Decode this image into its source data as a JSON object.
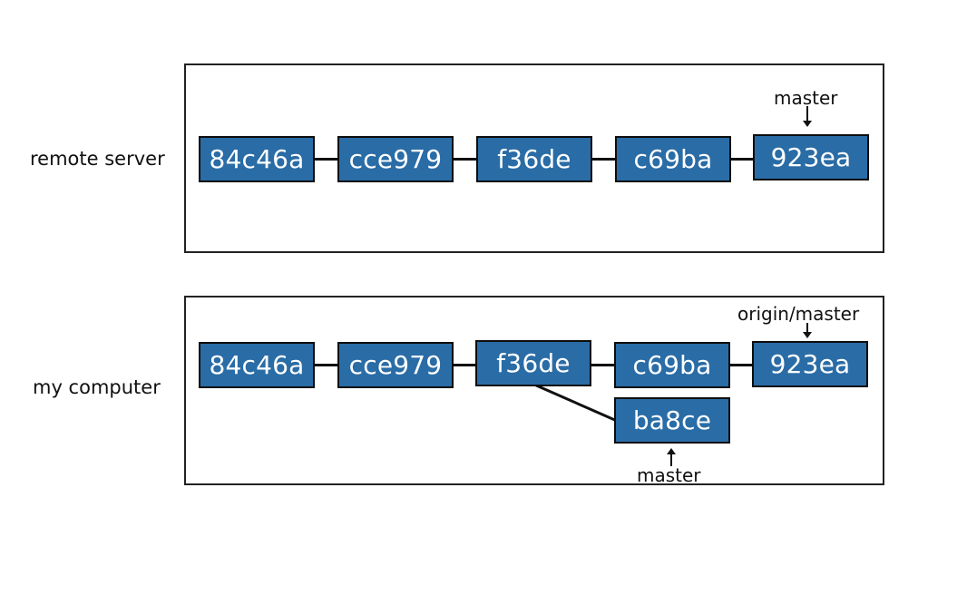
{
  "remote": {
    "label": "remote server",
    "commits": [
      "84c46a",
      "cce979",
      "f36de",
      "c69ba",
      "923ea"
    ],
    "ref_label": "master"
  },
  "local": {
    "label": "my computer",
    "commits": [
      "84c46a",
      "cce979",
      "f36de",
      "c69ba",
      "923ea"
    ],
    "branch_commit": "ba8ce",
    "origin_ref_label": "origin/master",
    "branch_ref_label": "master"
  },
  "colors": {
    "commit_fill": "#2a6ca6",
    "commit_border": "#0d0d0d",
    "text": "#111111"
  }
}
